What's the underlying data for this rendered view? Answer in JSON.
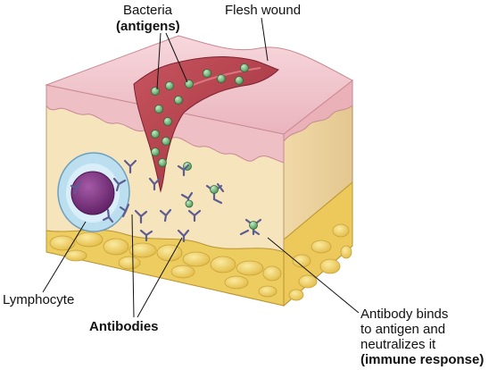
{
  "labels": {
    "bacteria": "Bacteria",
    "antigens": "(antigens)",
    "flesh_wound": "Flesh wound",
    "lymphocyte": "Lymphocyte",
    "antibodies": "Antibodies",
    "binds_line1": "Antibody binds",
    "binds_line2": "to antigen and",
    "binds_line3": "neutralizes it",
    "binds_line4": "(immune response)"
  },
  "colors": {
    "epidermis": "#f2c8cf",
    "dermis": "#f6e4bd",
    "fat": "#f0d36a",
    "wound": "#b8454f",
    "bacteria": "#7fbf86",
    "antibody": "#6f6fa3",
    "lymphocyte_nucleus": "#7b2e7e",
    "lymphocyte_cytoplasm": "#b9dcef"
  }
}
